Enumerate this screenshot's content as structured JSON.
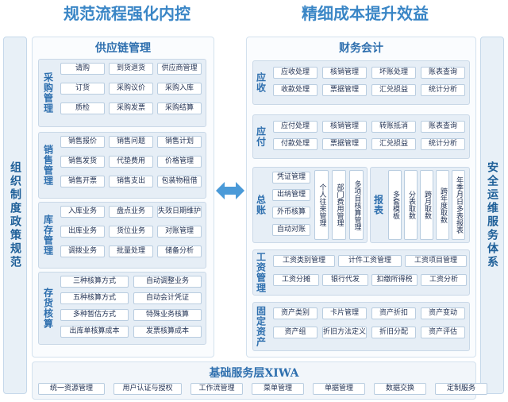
{
  "headings": {
    "left": "规范流程强化内控",
    "right": "精细成本提升效益"
  },
  "pillars": {
    "left": "组织制度政策规范",
    "right": "安全运维服务体系"
  },
  "supply_chain": {
    "title": "供应链管理",
    "groups": [
      {
        "label": "采购管理",
        "items": [
          "请购",
          "到货退货",
          "供应商管理",
          "订货",
          "采购议价",
          "采购入库",
          "质检",
          "采购发票",
          "采购结算"
        ]
      },
      {
        "label": "销售管理",
        "items": [
          "销售报价",
          "销售问题",
          "销售计划",
          "销售发货",
          "代垫费用",
          "价格管理",
          "销售开票",
          "销售支出",
          "包装物租借"
        ]
      },
      {
        "label": "库存管理",
        "items": [
          "入库业务",
          "盘点业务",
          "失效日期维护",
          "出库业务",
          "货位业务",
          "对账管理",
          "调拨业务",
          "批量处理",
          "储备分析"
        ]
      },
      {
        "label": "存货核算",
        "items": [
          "三种核算方式",
          "自动调整业务",
          "五种核算方式",
          "自动会计凭证",
          "多种暂估方式",
          "特殊业务核算",
          "出库单核算成本",
          "发票核算成本"
        ]
      }
    ]
  },
  "finance": {
    "title": "财务会计",
    "receivable": {
      "label": "应收",
      "items": [
        "应收处理",
        "核销管理",
        "坏账处理",
        "账表查询",
        "收款处理",
        "票据管理",
        "汇兑损益",
        "统计分析"
      ]
    },
    "payable": {
      "label": "应付",
      "items": [
        "应付处理",
        "核销管理",
        "转账抵消",
        "账表查询",
        "付款处理",
        "票据管理",
        "汇兑损益",
        "统计分析"
      ]
    },
    "ledger": {
      "label": "总账",
      "items": [
        "凭证管理",
        "出纳管理",
        "外币核算",
        "自动对账"
      ],
      "vertical": [
        "个人往来管理",
        "部门费用管理",
        "多项目核算管理"
      ]
    },
    "reports": {
      "label": "报表",
      "items": [
        "多套模板",
        "分表取数",
        "跨月取数",
        "跨年度取数",
        "年季月日多表报表"
      ]
    },
    "payroll": {
      "label": "工资管理",
      "items": [
        "工资类别管理",
        "计件工资管理",
        "工资项目管理",
        "工资分摊",
        "银行代发",
        "扣缴所得税",
        "工资分析"
      ]
    },
    "assets": {
      "label": "固定资产",
      "items": [
        "资产类别",
        "卡片管理",
        "资产折扣",
        "资产变动",
        "资产组",
        "折旧方法定义",
        "折旧分配",
        "资产评估"
      ]
    }
  },
  "base_layer": {
    "title": "基础服务层XIWA",
    "items": [
      "统一资源管理",
      "用户认证与授权",
      "工作流管理",
      "菜单管理",
      "单据管理",
      "数据交换",
      "定制服务"
    ]
  }
}
